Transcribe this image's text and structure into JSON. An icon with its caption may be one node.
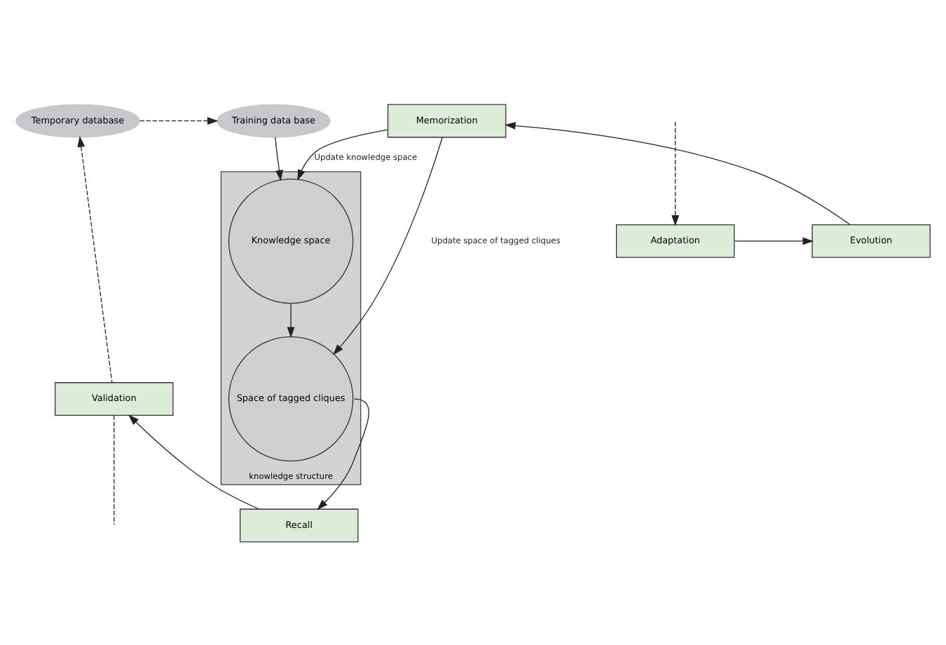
{
  "diagram": {
    "nodes": [
      {
        "text": [
          "Training data base"
        ]
      },
      {
        "text": [
          "Temporary database"
        ]
      },
      {
        "text": [
          "knowledge structure"
        ]
      },
      {
        "text": [
          "Knowledge space"
        ],
        "in": 2
      },
      {
        "text": [
          "Space of tagged cliques"
        ],
        "in": 2
      },
      {
        "text": [
          "Validation"
        ]
      },
      {
        "text": [
          "Memorization"
        ]
      },
      {
        "text": [
          "Recall"
        ]
      },
      {
        "text": [
          "Evolution"
        ]
      },
      {
        "text": [
          "Adaptation"
        ]
      }
    ],
    "edges": [
      {
        "from": 0,
        "to": 3,
        "arrow": "to"
      },
      {
        "from": 1,
        "to": 0,
        "arrow": "to",
        "style": "dashed"
      },
      {
        "from": 5,
        "to": 1,
        "arrow": "to",
        "style": "dashed"
      },
      {
        "from": 5,
        "to": null,
        "arrow": "none",
        "style": "dashed"
      },
      {
        "from": null,
        "to": 9,
        "arrow": "to",
        "style": "dashed"
      },
      {
        "from": 6,
        "to": 3,
        "arrow": "to",
        "label": "Update knowledge space"
      },
      {
        "from": 3,
        "to": 4,
        "arrow": "to"
      },
      {
        "from": 6,
        "to": 4,
        "arrow": "to",
        "label": "Update space of tagged cliques"
      },
      {
        "from": 4,
        "to": 7,
        "arrow": "to"
      },
      {
        "from": 7,
        "to": 5,
        "arrow": "to"
      },
      {
        "from": 9,
        "to": 8,
        "arrow": "to"
      },
      {
        "from": 8,
        "to": 6,
        "arrow": "to"
      }
    ]
  }
}
